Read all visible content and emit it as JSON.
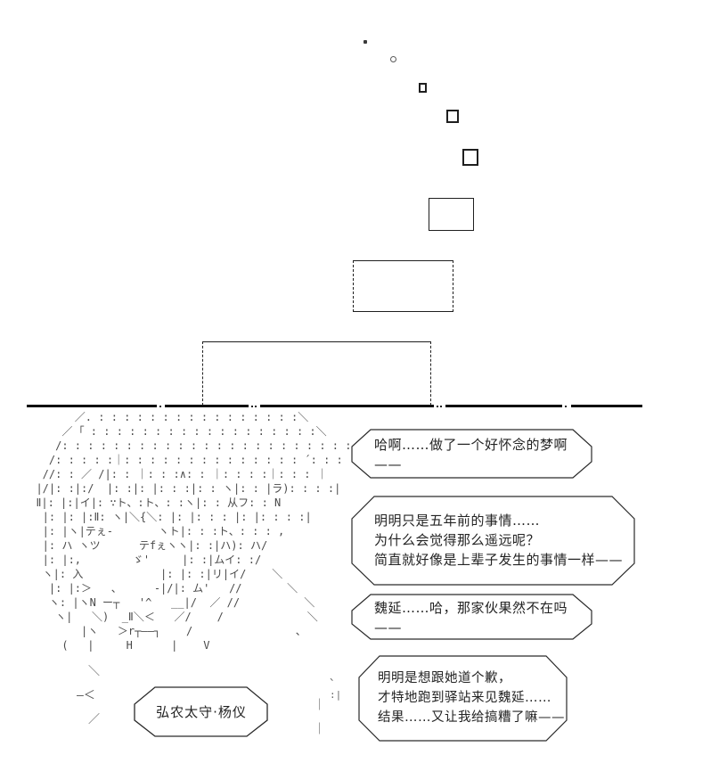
{
  "bubbles": [
    {
      "text": "哈啊……做了一个好怀念的梦啊——"
    },
    {
      "text": "明明只是五年前的事情……\n为什么会觉得那么遥远呢？\n简直就好像是上辈子发生的事情一样——"
    },
    {
      "text": "魏延……哈，那家伙果然不在吗——"
    },
    {
      "text": "明明是想跟她道个歉，\n才特地跑到驿站来见魏延……\n结果……又让我给搞糟了嘛——"
    }
  ],
  "character": {
    "name_label": "弘农太守·杨仪",
    "art": "        ／. : : : : : : : : : : : : : : : :＼\n      ／ ｢ : : : : : : : : : : : : : : : : : :＼\n     /: : : : : : : : : : : : : : : : : : : : : : : ヽ\n    /: : : : :｜: : : : : : : : : : : : : : ´: : : ',\n   //: : ／ /|: : ｜: : :∧: : ｜: : : :｜: : : ｜\n  |/|: :|:/  |: :|: |: : :|: : ヽ|: : |ラ): : : :|\n  Ⅱ|: |:|イ|: ∵ト、:ト、: :ヽ|: : 从フ: : N\n   |: |: |:Ⅱ: ヽ|＼{＼: |: |: : : |: |: : : :|\n   |: |ヽ|テぇ-       ヽト|: : :ト、: : : ,\n   |: ハ ヽツ      テfぇヽヽ|: :|ハ): ハ/\n   |: |:,        ゞ'     |: :|ムイ: :/\n   ヽ|: 入            |: |: :|リ|イ/    ＼\n    |: |:＞   、     -|/|: ム'   //       ＼\n    ヽ: |ヽN ー┬   '^   __|/  ／ //          ＼\n     ヽ|   ＼)  _Ⅱ＼＜   ／/    /             ＼\n         |ヽ   ＞r┬――┐    /                、\n      (   |     H      |    V",
    "fragment_left": "　＼\n―＜\n　／",
    "fragment_right": "｜\n｜",
    "fragment_strand": "、\n:|"
  },
  "colors": {
    "ink": "#1f1f1f",
    "aa_gray": "#4a4a4a"
  }
}
